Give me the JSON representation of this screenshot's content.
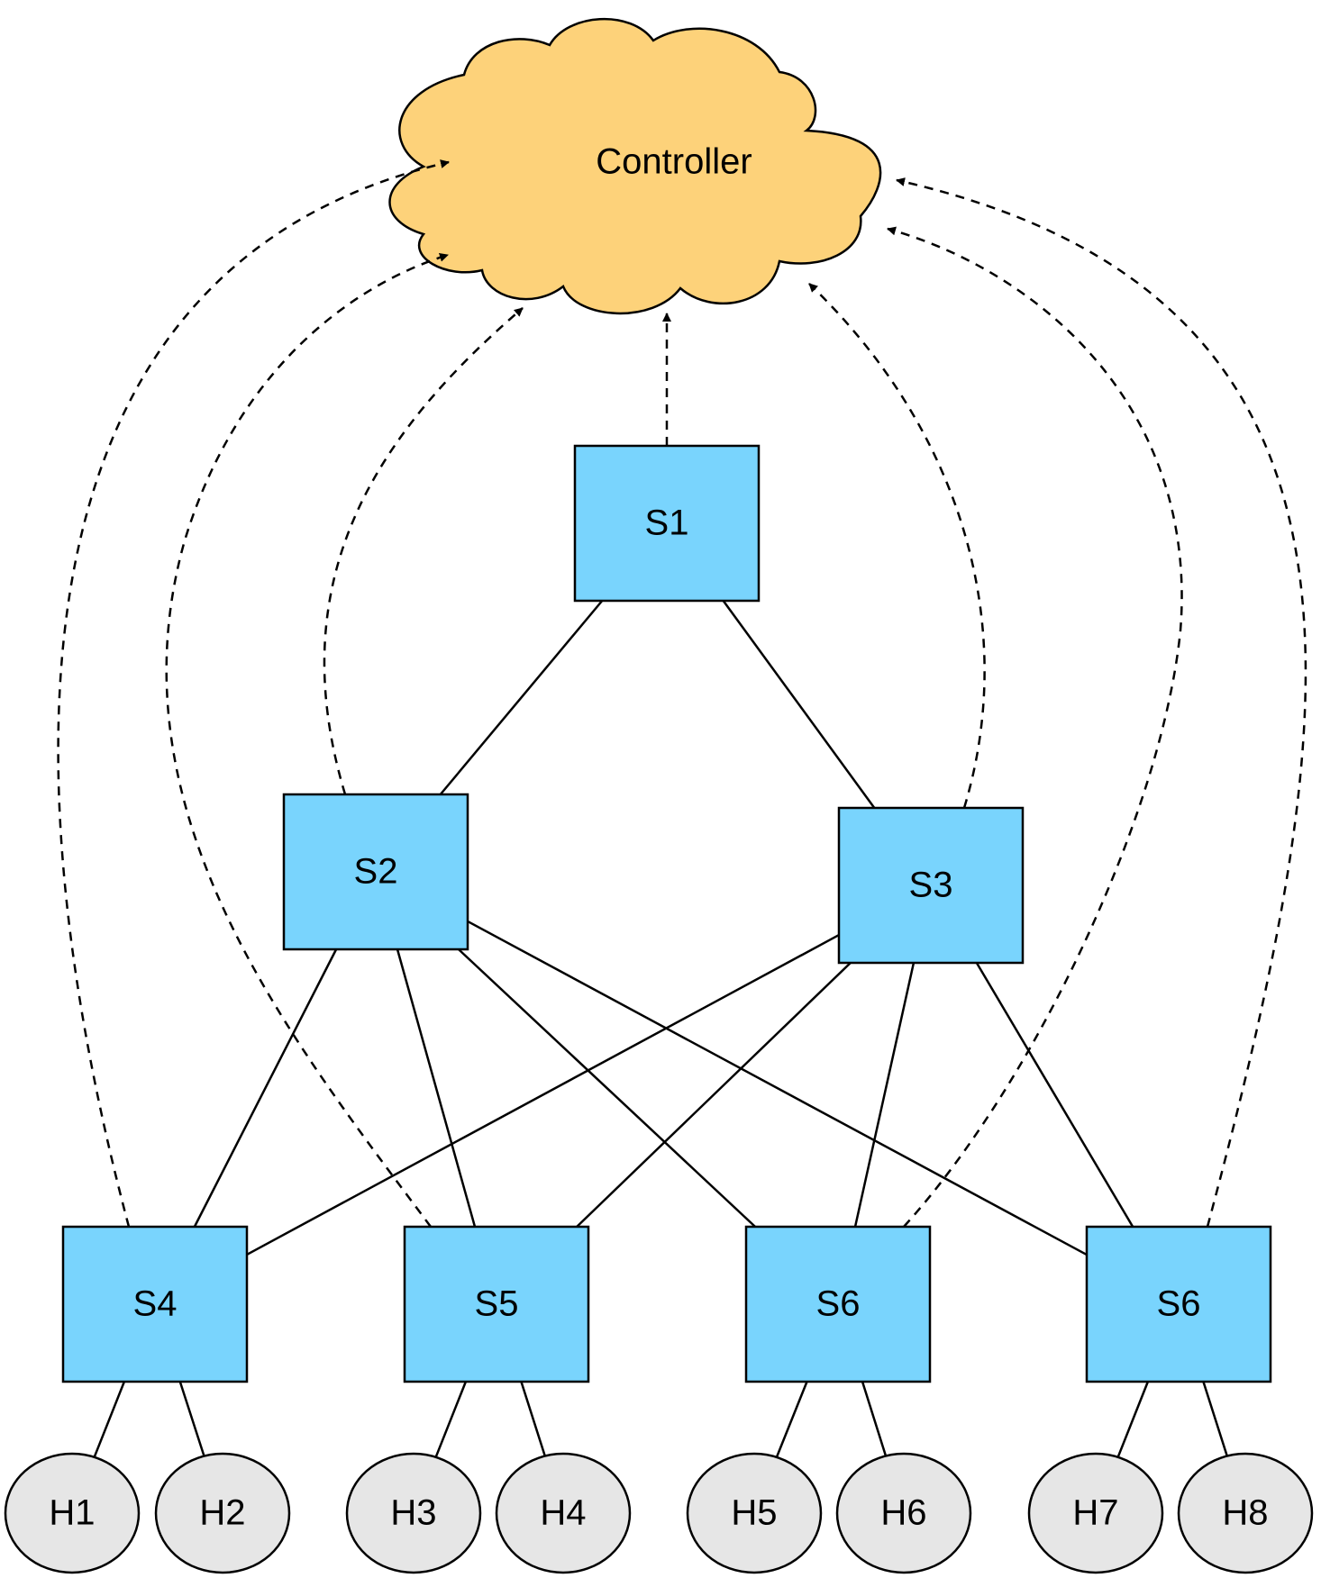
{
  "controller": {
    "label": "Controller",
    "fill": "#fdd27a"
  },
  "switches": [
    {
      "id": "s1",
      "label": "S1"
    },
    {
      "id": "s2",
      "label": "S2"
    },
    {
      "id": "s3",
      "label": "S3"
    },
    {
      "id": "s4",
      "label": "S4"
    },
    {
      "id": "s5",
      "label": "S5"
    },
    {
      "id": "s6a",
      "label": "S6"
    },
    {
      "id": "s6b",
      "label": "S6"
    }
  ],
  "hosts": [
    {
      "id": "h1",
      "label": "H1"
    },
    {
      "id": "h2",
      "label": "H2"
    },
    {
      "id": "h3",
      "label": "H3"
    },
    {
      "id": "h4",
      "label": "H4"
    },
    {
      "id": "h5",
      "label": "H5"
    },
    {
      "id": "h6",
      "label": "H6"
    },
    {
      "id": "h7",
      "label": "H7"
    },
    {
      "id": "h8",
      "label": "H8"
    }
  ],
  "links": [
    [
      "s1",
      "s2"
    ],
    [
      "s1",
      "s3"
    ],
    [
      "s2",
      "s4"
    ],
    [
      "s2",
      "s5"
    ],
    [
      "s2",
      "s6a"
    ],
    [
      "s2",
      "s6b"
    ],
    [
      "s3",
      "s4"
    ],
    [
      "s3",
      "s5"
    ],
    [
      "s3",
      "s6a"
    ],
    [
      "s3",
      "s6b"
    ],
    [
      "s4",
      "h1"
    ],
    [
      "s4",
      "h2"
    ],
    [
      "s5",
      "h3"
    ],
    [
      "s5",
      "h4"
    ],
    [
      "s6a",
      "h5"
    ],
    [
      "s6a",
      "h6"
    ],
    [
      "s6b",
      "h7"
    ],
    [
      "s6b",
      "h8"
    ]
  ],
  "control_links": [
    "s1",
    "s2",
    "s3",
    "s4",
    "s5",
    "s6a",
    "s6b"
  ],
  "colors": {
    "switch": "#79d4fd",
    "host": "#e6e6e6",
    "line": "#000000"
  }
}
